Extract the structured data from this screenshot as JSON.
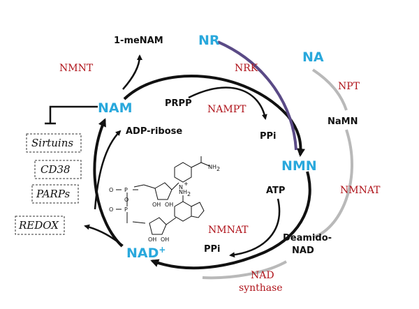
{
  "metabolites": {
    "nr": "NR",
    "na": "NA",
    "nam": "NAM",
    "nmn": "NMN",
    "nad_plus": "NAD",
    "nad_sup": "+",
    "menam": "1-meNAM",
    "prpp": "PRPP",
    "ppi_top": "PPi",
    "namn": "NaMN",
    "adp_ribose": "ADP-ribose",
    "atp": "ATP",
    "ppi_bottom": "PPi",
    "deamido_line1": "Deamido-",
    "deamido_line2": "NAD"
  },
  "enzymes": {
    "nmnt": "NMNT",
    "nrk": "NRK",
    "npt": "NPT",
    "nampt": "NAMPT",
    "nmnat_right": "NMNAT",
    "nmnat_lower": "NMNAT",
    "nad_synthase_line1": "NAD",
    "nad_synthase_line2": "synthase"
  },
  "effectors": {
    "sirtuins": "Sirtuins",
    "cd38": "CD38",
    "parps": "PARPs",
    "redox": "REDOX"
  },
  "structure_labels": {
    "nh2_top": "NH",
    "nh2_top_sub": "2",
    "nh2_adenine": "NH",
    "nh2_adenine_sub": "2",
    "o_minus_1": "O",
    "o_minus_2": "O",
    "p1": "P",
    "p2": "P",
    "o_bridge": "O",
    "oh1": "OH",
    "oh2": "OH",
    "oh3": "OH",
    "oh4": "OH",
    "n_plus": "N",
    "plus": "+"
  },
  "colors": {
    "metabolite_blue": "#29a8dc",
    "enzyme_red": "#b0151c",
    "nrk_arrow_purple": "#5a4a86",
    "na_pathway_gray": "#b9b9b9",
    "main_cycle_black": "#111111"
  }
}
